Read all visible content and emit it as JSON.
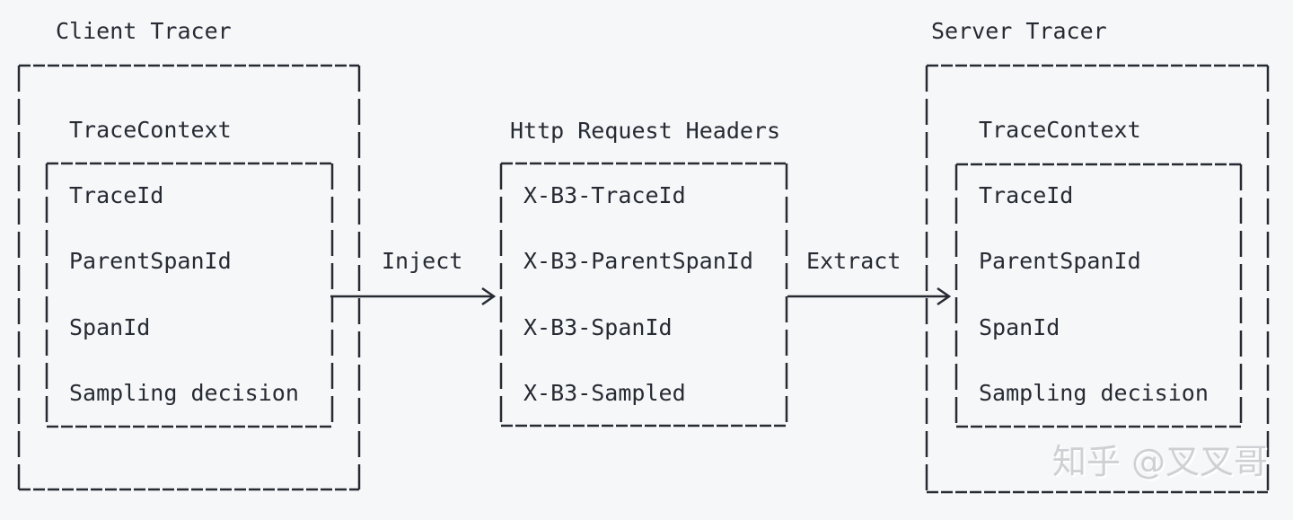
{
  "colors": {
    "ink": "#262a33",
    "bg": "#f6f7f8",
    "wm": "#cfd0d3"
  },
  "client": {
    "title": "Client Tracer",
    "context_label": "TraceContext",
    "items": [
      "TraceId",
      "ParentSpanId",
      "SpanId",
      "Sampling decision"
    ]
  },
  "http": {
    "title": "Http Request Headers",
    "items": [
      "X-B3-TraceId",
      "X-B3-ParentSpanId",
      "X-B3-SpanId",
      "X-B3-Sampled"
    ]
  },
  "server": {
    "title": "Server Tracer",
    "context_label": "TraceContext",
    "items": [
      "TraceId",
      "ParentSpanId",
      "SpanId",
      "Sampling decision"
    ]
  },
  "arrows": {
    "inject_label": "Inject",
    "extract_label": "Extract"
  },
  "watermark": {
    "text": "知乎 @叉叉哥"
  }
}
